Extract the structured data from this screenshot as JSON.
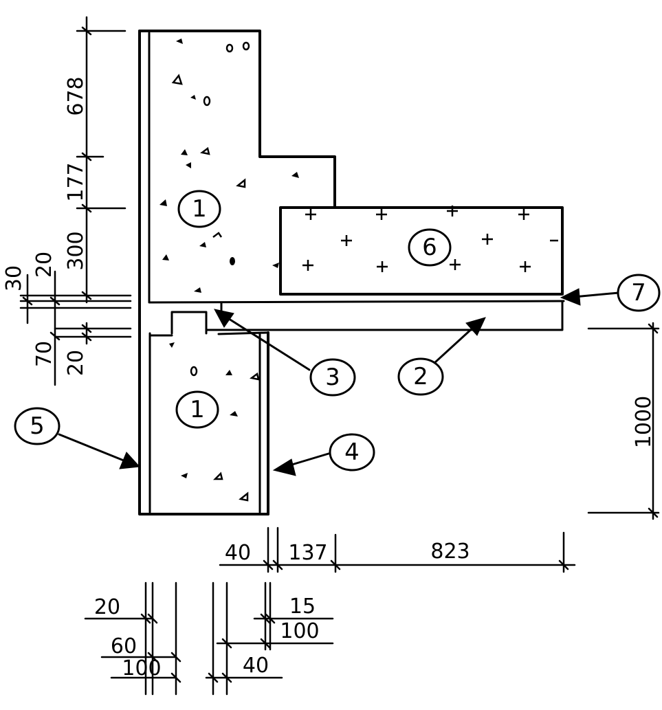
{
  "labels": {
    "l1a": "1",
    "l1b": "1",
    "l2": "2",
    "l3": "3",
    "l4": "4",
    "l5": "5",
    "l6": "6",
    "l7": "7"
  },
  "dimensions": {
    "d678": "678",
    "d177": "177",
    "d300": "300",
    "d20a": "20",
    "d30": "30",
    "d70": "70",
    "d20b": "20",
    "d1000": "1000",
    "d40a": "40",
    "d137": "137",
    "d823": "823",
    "d20c": "20",
    "d60": "60",
    "d100a": "100",
    "d15": "15",
    "d100b": "100",
    "d40b": "40"
  }
}
